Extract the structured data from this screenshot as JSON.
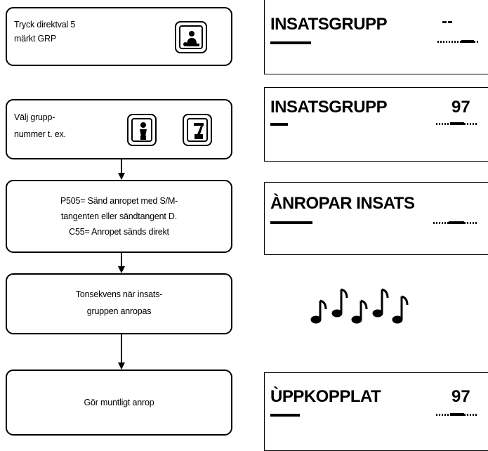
{
  "steps": [
    {
      "line1": "Tryck direktval 5",
      "line2": "märkt GRP"
    },
    {
      "line1": "Välj grupp-",
      "line2": "nummer t. ex."
    },
    {
      "line1": "P505= Sänd anropet med S/M-",
      "line2": "tangenten eller sändtangent D.",
      "line3": "C55= Anropet sänds direkt"
    },
    {
      "line1": "Tonsekvens när insats-",
      "line2": "gruppen anropas"
    },
    {
      "line1": "Gör muntligt anrop"
    }
  ],
  "icons": {
    "key1": "grp-key-icon",
    "key2": "digit-9-key-icon",
    "key3": "digit-7-key-icon",
    "tones": "music-notes-icon"
  },
  "displays": [
    {
      "text": "INSATSGRUPP",
      "number": "--"
    },
    {
      "text": "INSATSGRUPP",
      "number": "97"
    },
    {
      "text": "ÀNROPAR INSATS",
      "number": ""
    },
    {
      "text": "ÙPPKOPPLAT",
      "number": "97"
    }
  ]
}
